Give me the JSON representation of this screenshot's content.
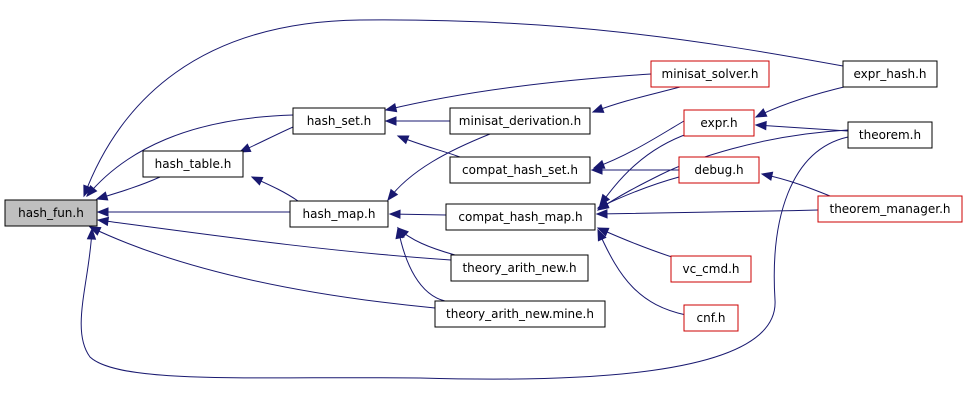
{
  "graph": {
    "nodes": [
      {
        "id": "hash_fun",
        "label": "hash_fun.h",
        "style": "root"
      },
      {
        "id": "hash_table",
        "label": "hash_table.h",
        "style": "normal"
      },
      {
        "id": "hash_set",
        "label": "hash_set.h",
        "style": "normal"
      },
      {
        "id": "hash_map",
        "label": "hash_map.h",
        "style": "normal"
      },
      {
        "id": "minisat_derivation",
        "label": "minisat_derivation.h",
        "style": "normal"
      },
      {
        "id": "compat_hash_set",
        "label": "compat_hash_set.h",
        "style": "normal"
      },
      {
        "id": "compat_hash_map",
        "label": "compat_hash_map.h",
        "style": "normal"
      },
      {
        "id": "theory_arith_new",
        "label": "theory_arith_new.h",
        "style": "normal"
      },
      {
        "id": "theory_arith_new_mine",
        "label": "theory_arith_new.mine.h",
        "style": "normal"
      },
      {
        "id": "minisat_solver",
        "label": "minisat_solver.h",
        "style": "red"
      },
      {
        "id": "expr",
        "label": "expr.h",
        "style": "red"
      },
      {
        "id": "debug",
        "label": "debug.h",
        "style": "red"
      },
      {
        "id": "vc_cmd",
        "label": "vc_cmd.h",
        "style": "red"
      },
      {
        "id": "cnf",
        "label": "cnf.h",
        "style": "red"
      },
      {
        "id": "expr_hash",
        "label": "expr_hash.h",
        "style": "normal"
      },
      {
        "id": "theorem",
        "label": "theorem.h",
        "style": "normal"
      },
      {
        "id": "theorem_manager",
        "label": "theorem_manager.h",
        "style": "red"
      }
    ],
    "edges": [
      {
        "from": "hash_table",
        "to": "hash_fun"
      },
      {
        "from": "hash_set",
        "to": "hash_fun"
      },
      {
        "from": "hash_map",
        "to": "hash_fun"
      },
      {
        "from": "theory_arith_new",
        "to": "hash_fun"
      },
      {
        "from": "theory_arith_new_mine",
        "to": "hash_fun"
      },
      {
        "from": "expr_hash",
        "to": "hash_fun"
      },
      {
        "from": "theorem",
        "to": "hash_fun"
      },
      {
        "from": "hash_set",
        "to": "hash_table"
      },
      {
        "from": "hash_map",
        "to": "hash_table"
      },
      {
        "from": "minisat_derivation",
        "to": "hash_set"
      },
      {
        "from": "compat_hash_set",
        "to": "hash_set"
      },
      {
        "from": "minisat_solver",
        "to": "hash_set"
      },
      {
        "from": "compat_hash_map",
        "to": "hash_map"
      },
      {
        "from": "theory_arith_new",
        "to": "hash_map"
      },
      {
        "from": "theory_arith_new_mine",
        "to": "hash_map"
      },
      {
        "from": "minisat_derivation",
        "to": "hash_map"
      },
      {
        "from": "minisat_solver",
        "to": "minisat_derivation"
      },
      {
        "from": "expr",
        "to": "compat_hash_set"
      },
      {
        "from": "debug",
        "to": "compat_hash_set"
      },
      {
        "from": "expr",
        "to": "compat_hash_map"
      },
      {
        "from": "debug",
        "to": "compat_hash_map"
      },
      {
        "from": "theorem_manager",
        "to": "compat_hash_map"
      },
      {
        "from": "vc_cmd",
        "to": "compat_hash_map"
      },
      {
        "from": "cnf",
        "to": "compat_hash_map"
      },
      {
        "from": "theorem",
        "to": "compat_hash_map"
      },
      {
        "from": "expr_hash",
        "to": "expr"
      },
      {
        "from": "theorem",
        "to": "expr"
      },
      {
        "from": "theorem_manager",
        "to": "debug"
      }
    ]
  }
}
